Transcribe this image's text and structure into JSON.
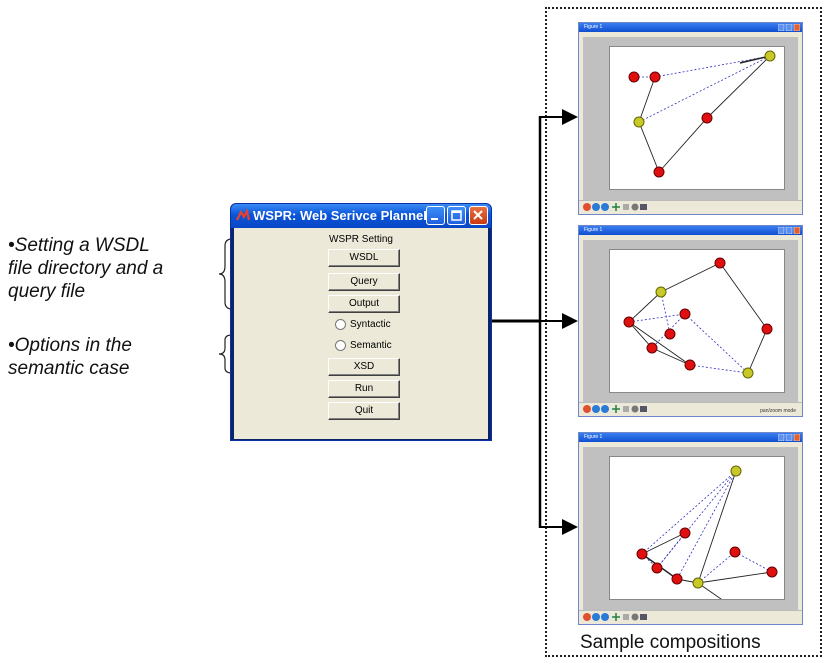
{
  "annotations": {
    "wsdl_note": [
      "•Setting a WSDL",
      "file directory and a",
      "query file"
    ],
    "options_note": [
      "•Options in the",
      "semantic case"
    ]
  },
  "dialog": {
    "title": "WSPR: Web Serivce PlanneR",
    "section_label": "WSPR Setting",
    "buttons": {
      "wsdl": "WSDL",
      "query": "Query",
      "output": "Output",
      "xsd": "XSD",
      "run": "Run",
      "quit": "Quit"
    },
    "radios": {
      "syntactic": "Syntactic",
      "semantic": "Semantic"
    },
    "icon": "matlab-logo-icon"
  },
  "figures": [
    {
      "title": "Figure 1",
      "status": ""
    },
    {
      "title": "Figure 1",
      "status": "pan/zoom mode"
    },
    {
      "title": "Figure 1",
      "status": ""
    }
  ],
  "caption": "Sample compositions",
  "colors": {
    "node_red": "#e01010",
    "node_yellow": "#c8c828",
    "dashed_edge": "#3030c0",
    "solid_edge": "#222222"
  }
}
